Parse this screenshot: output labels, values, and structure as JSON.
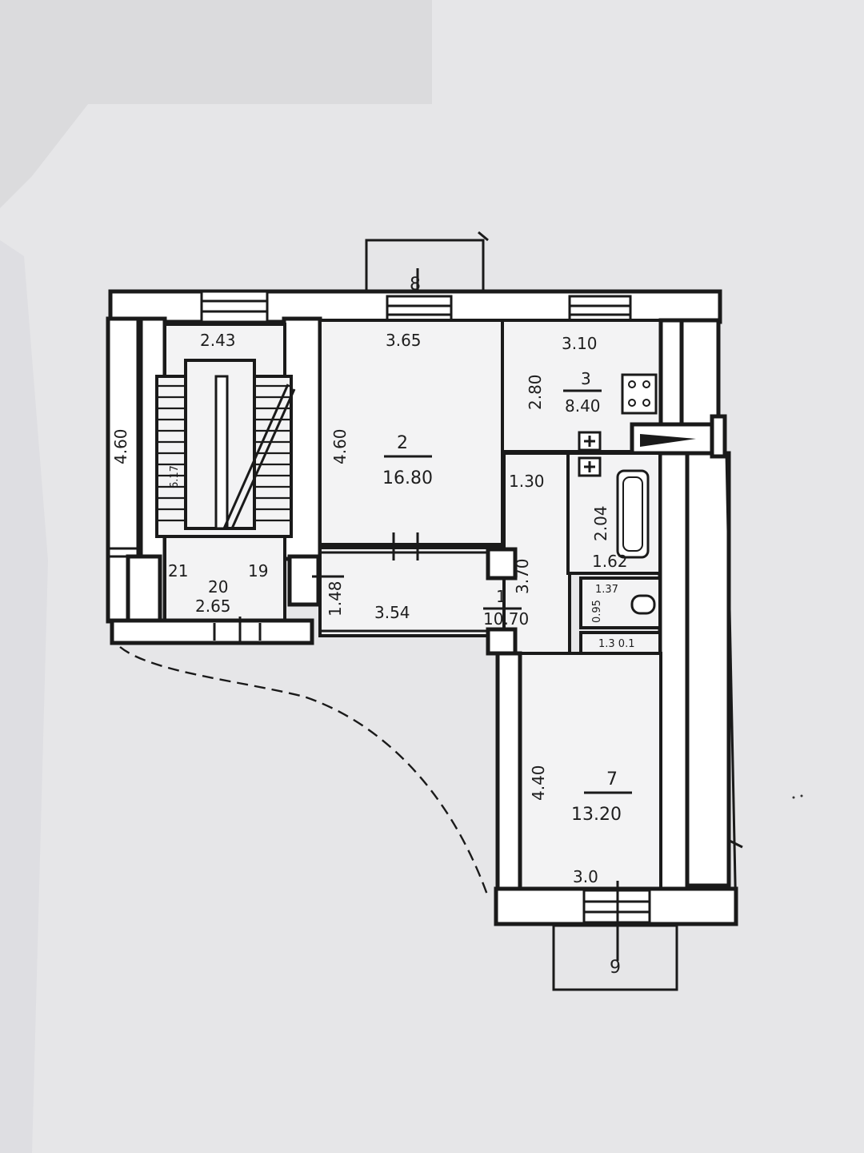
{
  "colors": {
    "paper": "#e6e6e8",
    "ink": "#1a1a1a",
    "shadow": "#d2d2d6"
  },
  "markers": {
    "top": "8",
    "bottom": "9"
  },
  "stair": {
    "w_top": "2.43",
    "h_left": "4.60",
    "landing_num": "20",
    "landing_area": "2.65",
    "step_a": "21",
    "step_b": "19",
    "flight": "6.17"
  },
  "rooms": {
    "r1": {
      "num": "1",
      "area": "10.70",
      "w": "3.54",
      "h": "1.48",
      "v": "3.70"
    },
    "r2": {
      "num": "2",
      "area": "16.80",
      "w": "3.65",
      "h": "4.60"
    },
    "r3": {
      "num": "3",
      "area": "8.40",
      "w": "3.10",
      "h": "2.80"
    },
    "r7": {
      "num": "7",
      "area": "13.20",
      "w": "3.0",
      "h": "4.40"
    }
  },
  "dims": {
    "corridor_w": "1.30",
    "bath_w": "1.62",
    "bath_h": "2.04",
    "wc_a": "1.37",
    "wc_b": "0.95",
    "closet": "1.3 0.1"
  }
}
